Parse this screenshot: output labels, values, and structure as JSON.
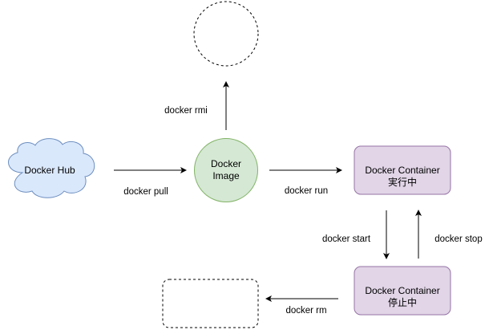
{
  "nodes": {
    "hub": {
      "label": "Docker Hub"
    },
    "image": {
      "line1": "Docker",
      "line2": "Image"
    },
    "container_running": {
      "line1": "Docker Container",
      "line2": "実行中"
    },
    "container_stopped": {
      "line1": "Docker Container",
      "line2": "停止中"
    }
  },
  "edges": {
    "pull": "docker pull",
    "run": "docker run",
    "rmi": "docker rmi",
    "start": "docker start",
    "stop": "docker stop",
    "rm": "docker rm"
  },
  "colors": {
    "cloud_fill": "#dae8fc",
    "cloud_stroke": "#6c8ebf",
    "image_fill": "#d5e8d4",
    "image_stroke": "#82b366",
    "container_fill": "#e1d5e7",
    "container_stroke": "#9673a6",
    "line": "#000000"
  }
}
